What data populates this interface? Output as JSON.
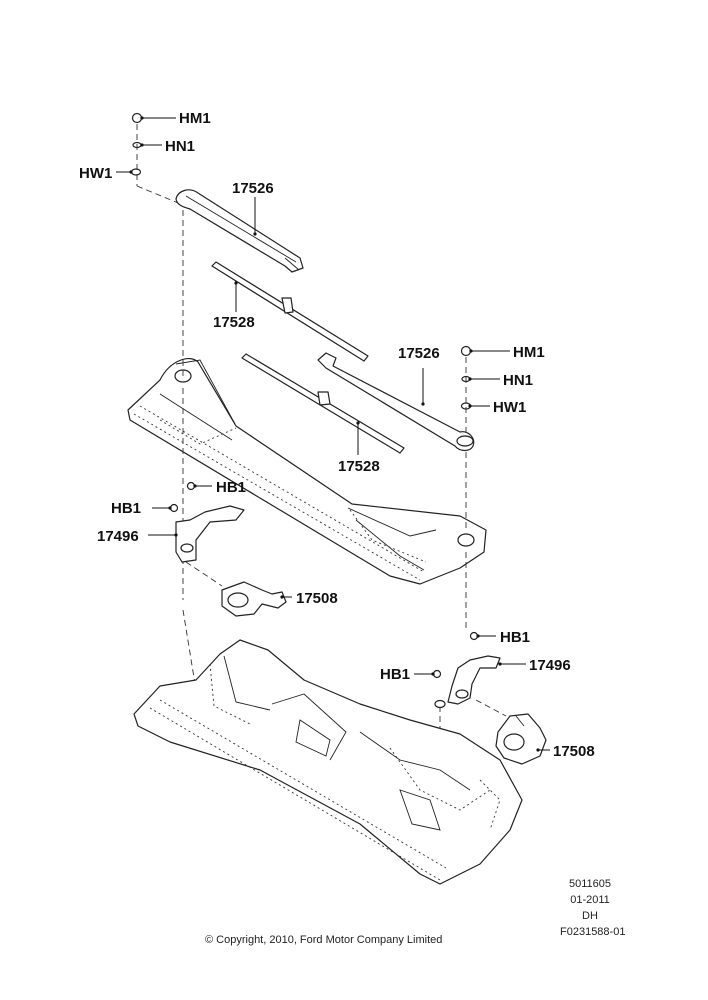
{
  "labels": {
    "hm1_a": "HM1",
    "hn1_a": "HN1",
    "hw1_a": "HW1",
    "p17526_a": "17526",
    "p17528_a": "17528",
    "p17526_b": "17526",
    "hm1_b": "HM1",
    "hn1_b": "HN1",
    "hw1_b": "HW1",
    "p17528_b": "17528",
    "hb1_a": "HB1",
    "hb1_b": "HB1",
    "p17496_a": "17496",
    "p17508_a": "17508",
    "hb1_c": "HB1",
    "hb1_d": "HB1",
    "p17496_b": "17496",
    "p17508_b": "17508"
  },
  "meta": {
    "code1": "5011605",
    "date": "01-2011",
    "initials": "DH",
    "figure_id": "F0231588-01"
  },
  "copyright": "© Copyright, 2010, Ford Motor Company Limited"
}
